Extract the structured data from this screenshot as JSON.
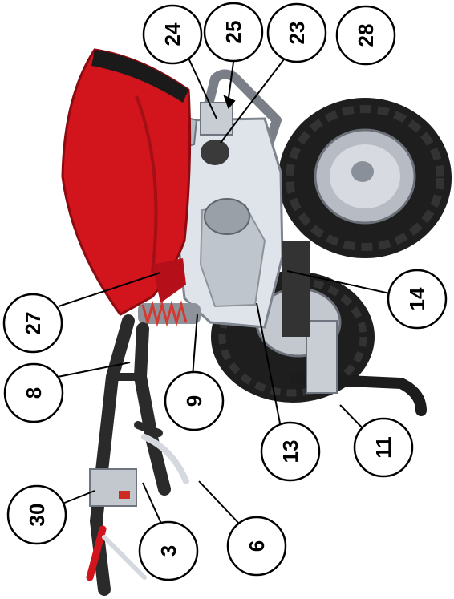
{
  "diagram": {
    "callouts": [
      {
        "id": "c24",
        "label": "24"
      },
      {
        "id": "c25",
        "label": "25"
      },
      {
        "id": "c23",
        "label": "23"
      },
      {
        "id": "c28",
        "label": "28"
      },
      {
        "id": "c27",
        "label": "27"
      },
      {
        "id": "c8",
        "label": "8"
      },
      {
        "id": "c9",
        "label": "9"
      },
      {
        "id": "c14",
        "label": "14"
      },
      {
        "id": "c13",
        "label": "13"
      },
      {
        "id": "c11",
        "label": "11"
      },
      {
        "id": "c30",
        "label": "30"
      },
      {
        "id": "c3",
        "label": "3"
      },
      {
        "id": "c6",
        "label": "6"
      }
    ],
    "colors": {
      "fender_red": "#d2141c",
      "fender_dark": "#8c0a10",
      "metal_light": "#dfe3ea",
      "metal_mid": "#aeb4bd",
      "tire_black": "#1e1e1e",
      "handle_black": "#2a2a2a",
      "outline": "#000000"
    }
  }
}
